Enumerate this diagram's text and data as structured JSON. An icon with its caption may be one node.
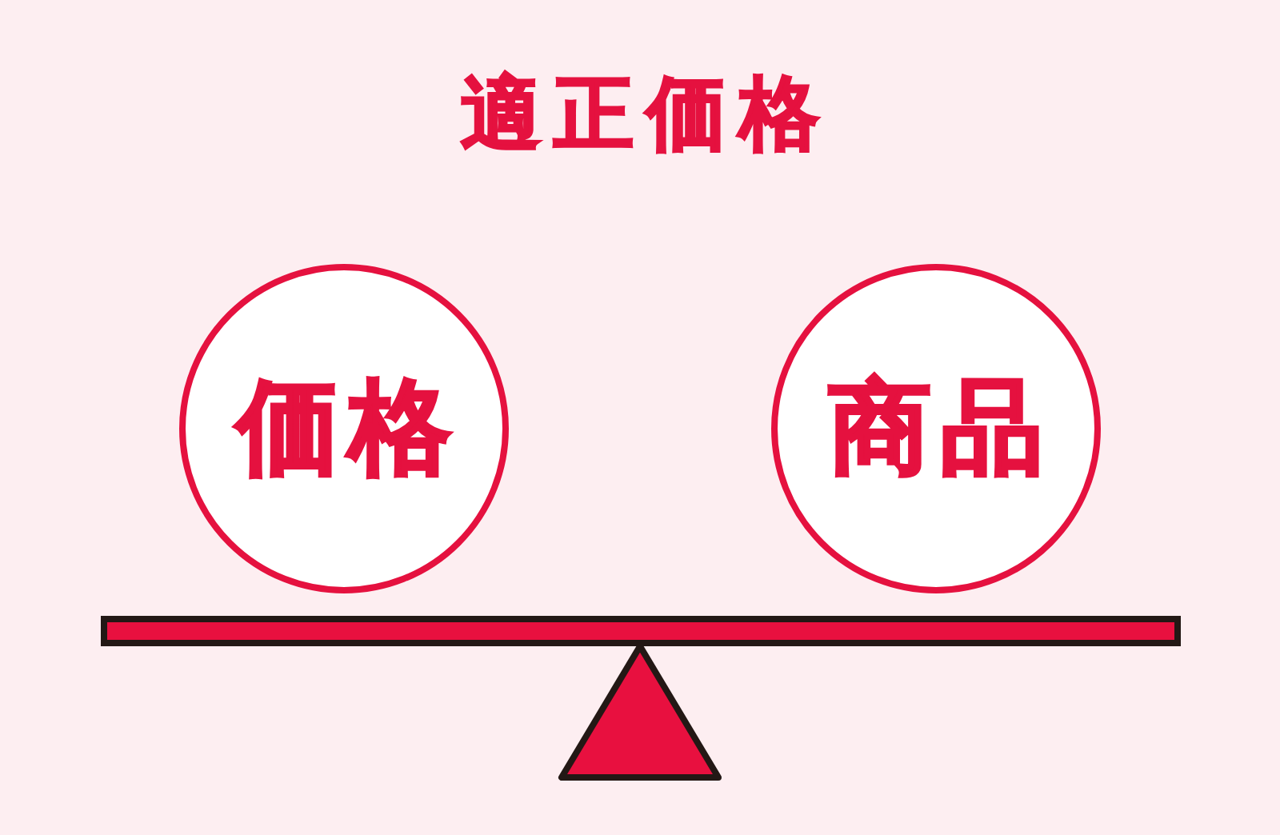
{
  "diagram": {
    "title": "適正価格",
    "nodes": [
      {
        "text": [
          "価格"
        ]
      },
      {
        "text": [
          "商品"
        ]
      }
    ]
  }
}
